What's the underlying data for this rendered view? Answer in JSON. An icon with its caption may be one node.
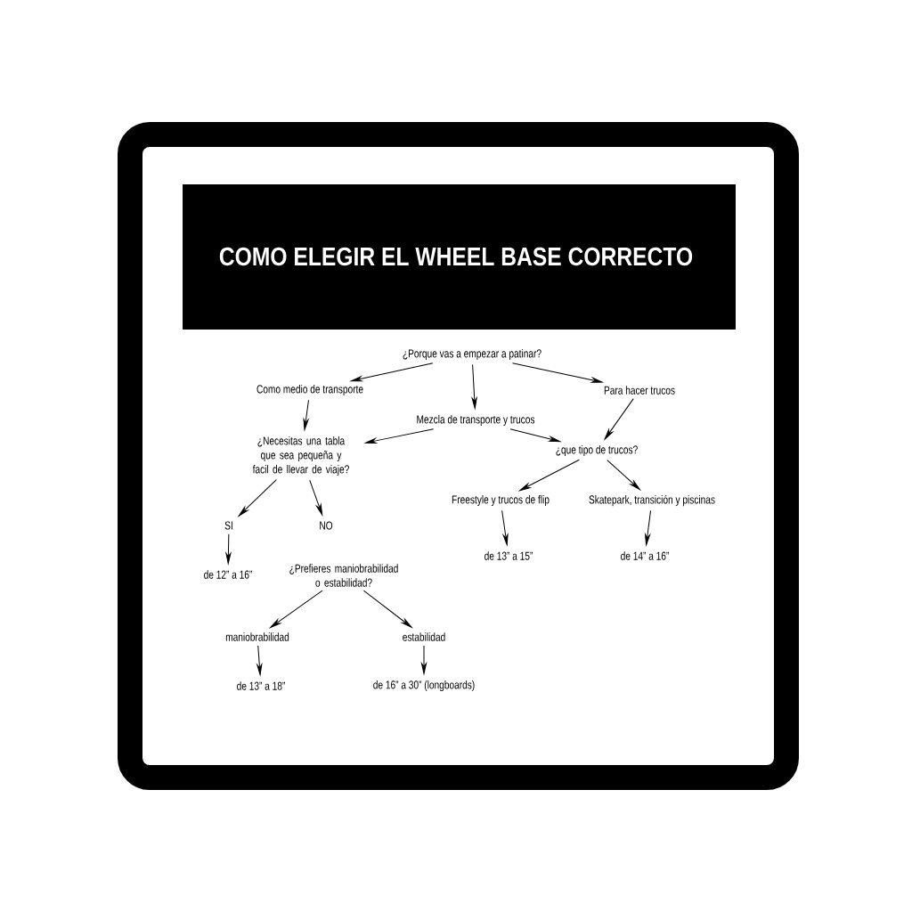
{
  "diagram": {
    "title": "COMO ELEGIR EL WHEEL BASE CORRECTO",
    "nodes": [
      {
        "text": [
          "¿Porque vas a empezar a patinar?"
        ]
      },
      {
        "text": [
          "Como medio de transporte"
        ]
      },
      {
        "text": [
          "Mezcla de transporte y trucos"
        ]
      },
      {
        "text": [
          "Para hacer trucos"
        ]
      },
      {
        "text": [
          "¿Necesitas una tabla que sea pequeña y facil de llevar de viaje?"
        ]
      },
      {
        "text": [
          "¿que tipo de trucos?"
        ]
      },
      {
        "text": [
          "SI"
        ]
      },
      {
        "text": [
          "NO"
        ]
      },
      {
        "text": [
          "Freestyle y trucos de flip"
        ]
      },
      {
        "text": [
          "Skatepark, transición y piscinas"
        ]
      },
      {
        "text": [
          "de 12” a 16”"
        ]
      },
      {
        "text": [
          "¿Prefieres maniobrabilidad o estabilidad?"
        ]
      },
      {
        "text": [
          "de 13” a 15”"
        ]
      },
      {
        "text": [
          "de 14” a 16”"
        ]
      },
      {
        "text": [
          "maniobrabilidad"
        ]
      },
      {
        "text": [
          "estabilidad"
        ]
      },
      {
        "text": [
          "de 13” a 18”"
        ]
      },
      {
        "text": [
          "de 16” a 30” (longboards)"
        ]
      }
    ],
    "edges": [
      {
        "from": 0,
        "to": 1,
        "arrow": "to"
      },
      {
        "from": 0,
        "to": 2,
        "arrow": "to"
      },
      {
        "from": 0,
        "to": 3,
        "arrow": "to"
      },
      {
        "from": 1,
        "to": 4,
        "arrow": "to"
      },
      {
        "from": 2,
        "to": 4,
        "arrow": "to"
      },
      {
        "from": 2,
        "to": 5,
        "arrow": "to"
      },
      {
        "from": 3,
        "to": 5,
        "arrow": "to"
      },
      {
        "from": 4,
        "to": 6,
        "arrow": "to"
      },
      {
        "from": 4,
        "to": 7,
        "arrow": "to"
      },
      {
        "from": 5,
        "to": 8,
        "arrow": "to"
      },
      {
        "from": 5,
        "to": 9,
        "arrow": "to"
      },
      {
        "from": 6,
        "to": 10,
        "arrow": "to"
      },
      {
        "from": 8,
        "to": 12,
        "arrow": "to"
      },
      {
        "from": 9,
        "to": 13,
        "arrow": "to"
      },
      {
        "from": 11,
        "to": 14,
        "arrow": "to"
      },
      {
        "from": 11,
        "to": 15,
        "arrow": "to"
      },
      {
        "from": 14,
        "to": 16,
        "arrow": "to"
      },
      {
        "from": 15,
        "to": 17,
        "arrow": "to"
      }
    ]
  }
}
